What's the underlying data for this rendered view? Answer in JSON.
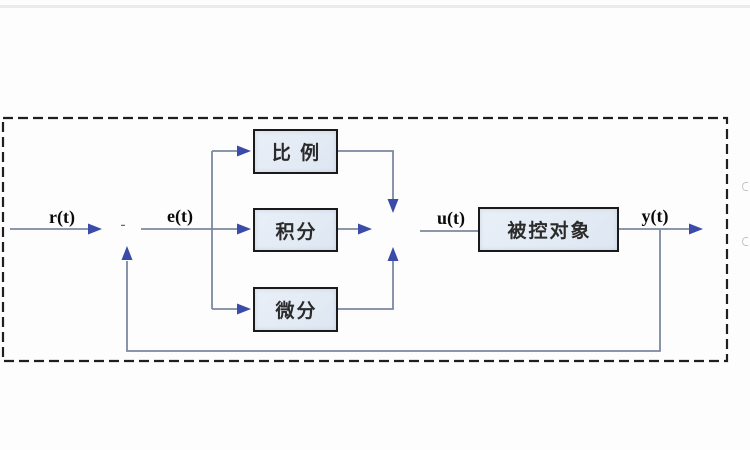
{
  "signals": {
    "input_label": "r(t)",
    "error_label": "e(t)",
    "control_label": "u(t)",
    "output_label": "y(t)",
    "sum_sign": "-"
  },
  "blocks": {
    "proportional_label": "比 例",
    "integral_label": "积分",
    "derivative_label": "微分",
    "plant_label": "被控对象"
  },
  "colors": {
    "line_color": "#7b88a0",
    "arrow_color": "#3a4ba8",
    "block_fill": "#dee7f2",
    "block_border": "#1a1a1a",
    "dashed_border": "#1f1f1f",
    "label_text": "#0a0a0a",
    "block_text": "#2b2b2b",
    "sum_sign": "#6a6a6a"
  }
}
